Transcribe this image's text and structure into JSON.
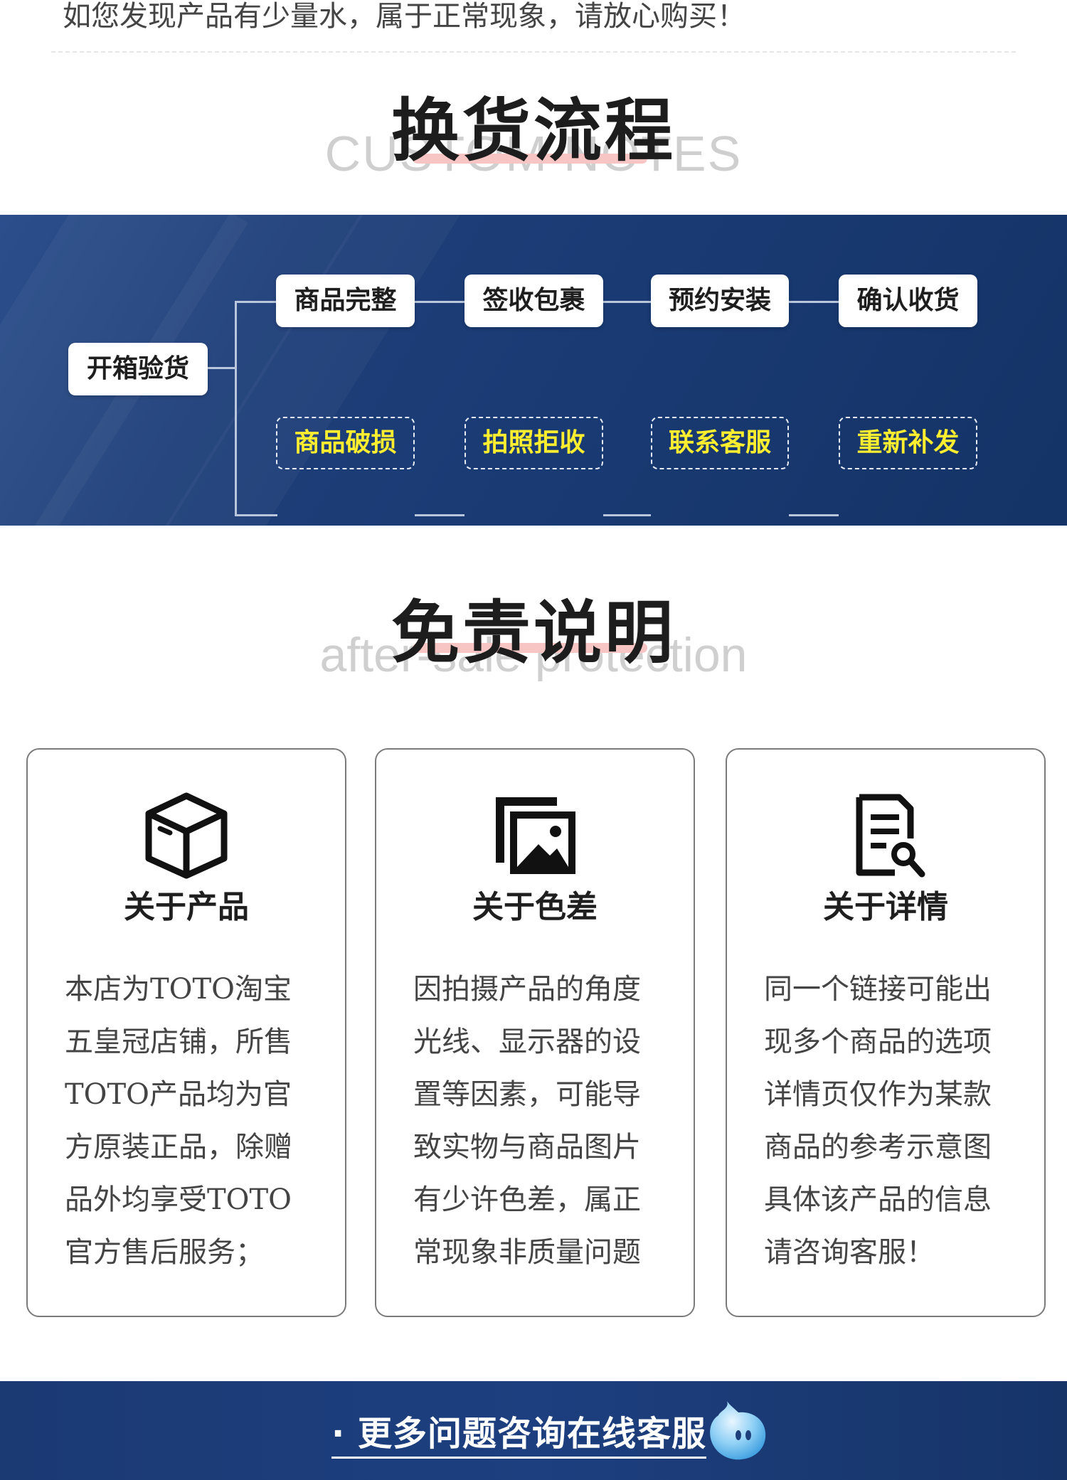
{
  "top_note": "如您发现产品有少量水，属于正常现象，请放心购买！",
  "exchange": {
    "title": "换货流程",
    "subtitle": "CUSTOM NOTES",
    "start": "开箱验货",
    "top_row": [
      "商品完整",
      "签收包裹",
      "预约安装",
      "确认收货"
    ],
    "bottom_row": [
      "商品破损",
      "拍照拒收",
      "联系客服",
      "重新补发"
    ]
  },
  "disclaimer": {
    "title": "免责说明",
    "subtitle": "after-sale protection",
    "cards": [
      {
        "icon": "box-icon",
        "title": "关于产品",
        "lines": [
          "本店为TOTO淘宝",
          "五皇冠店铺，所售",
          "TOTO产品均为官",
          "方原装正品，除赠",
          "品外均享受TOTO",
          "官方售后服务；"
        ]
      },
      {
        "icon": "image-icon",
        "title": "关于色差",
        "lines": [
          "因拍摄产品的角度",
          "光线、显示器的设",
          "置等因素，可能导",
          "致实物与商品图片",
          "有少许色差，属正",
          "常现象非质量问题"
        ]
      },
      {
        "icon": "document-search-icon",
        "title": "关于详情",
        "lines": [
          "同一个链接可能出",
          "现多个商品的选项",
          "详情页仅作为某款",
          "商品的参考示意图",
          "具体该产品的信息",
          "请咨询客服！"
        ]
      }
    ]
  },
  "footer": {
    "text": "· 更多问题咨询在线客服",
    "icon": "chat-bubble-icon"
  },
  "colors": {
    "band_blue": "#193a73",
    "highlight_yellow": "#ffee2f",
    "title_accent_pink": "#f7c6c4"
  }
}
